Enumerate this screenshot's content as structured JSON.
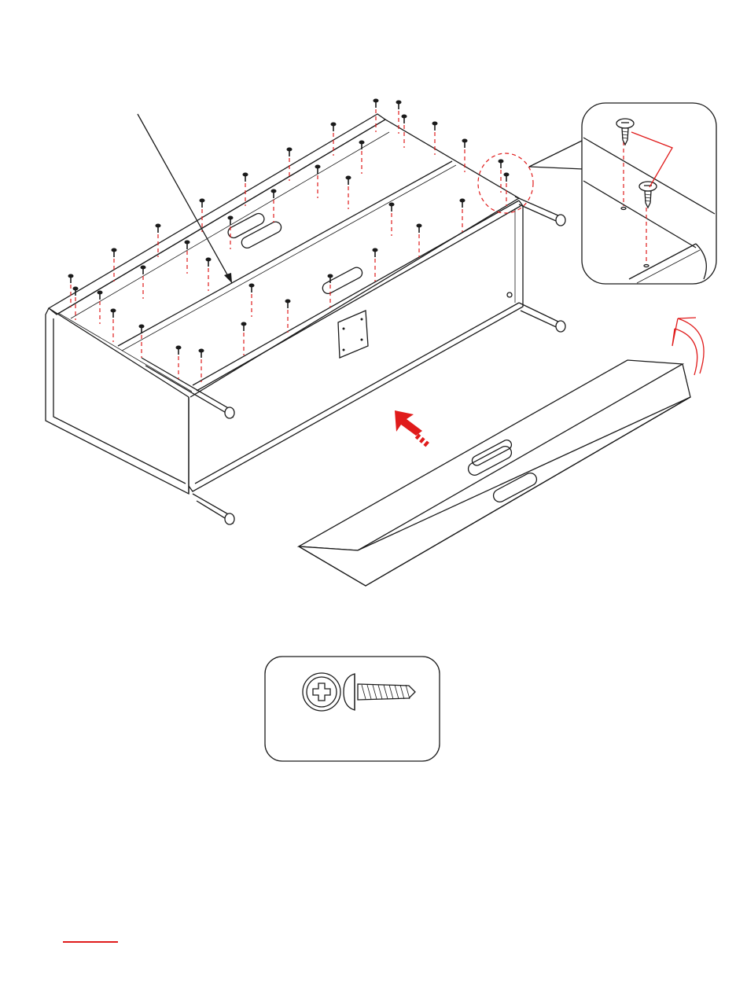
{
  "colors": {
    "line": "#1a1a1a",
    "accent": "#e01b1b",
    "background": "#ffffff"
  },
  "diagram": {
    "kind": "furniture-assembly-step",
    "parts": [
      "cabinet-frame",
      "back-panel",
      "screw"
    ],
    "callout": {
      "kind": "detail-magnifier"
    },
    "hardware_legend": {
      "icon": "screw-icon"
    }
  }
}
